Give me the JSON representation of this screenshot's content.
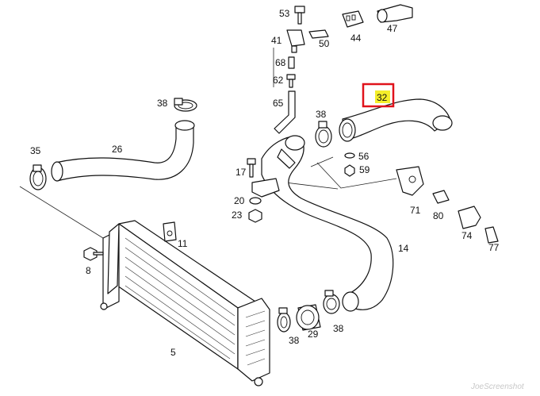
{
  "diagram": {
    "parts": [
      {
        "id": "p53",
        "label": "53"
      },
      {
        "id": "p44",
        "label": "44"
      },
      {
        "id": "p47",
        "label": "47"
      },
      {
        "id": "p41",
        "label": "41"
      },
      {
        "id": "p50",
        "label": "50"
      },
      {
        "id": "p68",
        "label": "68"
      },
      {
        "id": "p62",
        "label": "62"
      },
      {
        "id": "p65",
        "label": "65"
      },
      {
        "id": "p32",
        "label": "32"
      },
      {
        "id": "p38a",
        "label": "38"
      },
      {
        "id": "p38b",
        "label": "38"
      },
      {
        "id": "p35",
        "label": "35"
      },
      {
        "id": "p26",
        "label": "26"
      },
      {
        "id": "p56",
        "label": "56"
      },
      {
        "id": "p59",
        "label": "59"
      },
      {
        "id": "p17",
        "label": "17"
      },
      {
        "id": "p20",
        "label": "20"
      },
      {
        "id": "p23",
        "label": "23"
      },
      {
        "id": "p71",
        "label": "71"
      },
      {
        "id": "p80",
        "label": "80"
      },
      {
        "id": "p74",
        "label": "74"
      },
      {
        "id": "p77",
        "label": "77"
      },
      {
        "id": "p11",
        "label": "11"
      },
      {
        "id": "p8",
        "label": "8"
      },
      {
        "id": "p14",
        "label": "14"
      },
      {
        "id": "p5",
        "label": "5"
      },
      {
        "id": "p38c",
        "label": "38"
      },
      {
        "id": "p29",
        "label": "29"
      },
      {
        "id": "p38d",
        "label": "38"
      }
    ],
    "highlight": {
      "part": "32",
      "color": "#e0121b",
      "fill": "#f4ee2a"
    },
    "watermark": "JoeScreenshot"
  }
}
